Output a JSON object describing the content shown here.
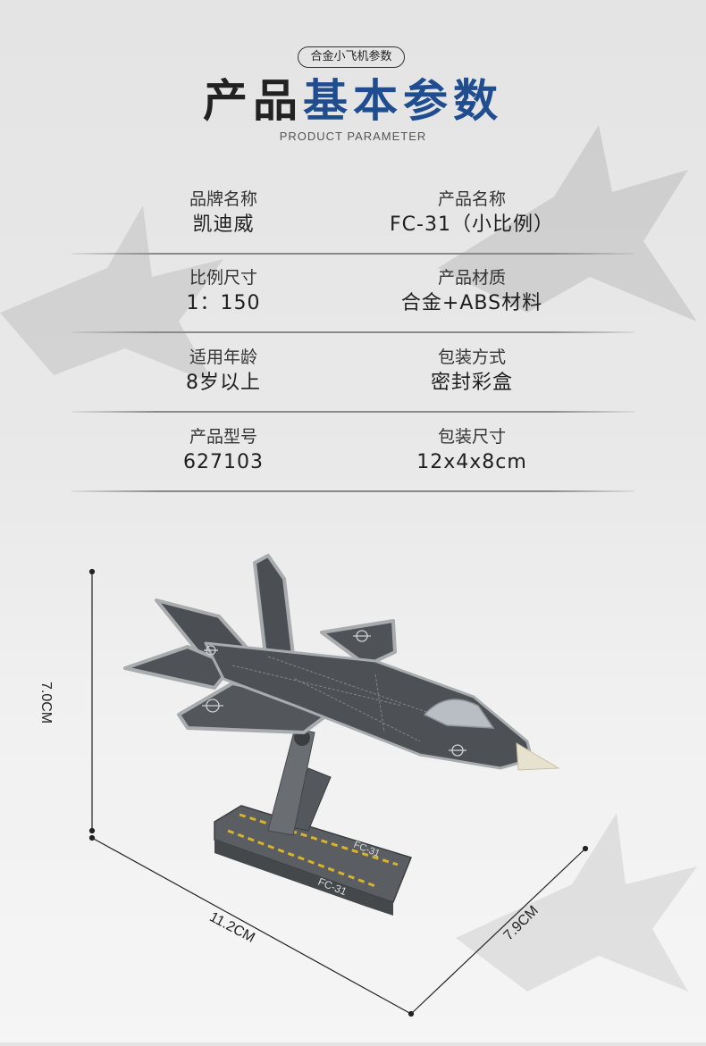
{
  "header": {
    "badge": "合金小飞机参数",
    "title_part1": "产品",
    "title_part2": "基本参数",
    "subtitle": "PRODUCT PARAMETER"
  },
  "params": [
    {
      "left_label": "品牌名称",
      "left_value": "凯迪威",
      "right_label": "产品名称",
      "right_value": "FC-31（小比例）"
    },
    {
      "left_label": "比例尺寸",
      "left_value": "1：150",
      "right_label": "产品材质",
      "right_value": "合金+ABS材料"
    },
    {
      "left_label": "适用年龄",
      "left_value": "8岁以上",
      "right_label": "包装方式",
      "right_value": "密封彩盒"
    },
    {
      "left_label": "产品型号",
      "left_value": "627103",
      "right_label": "包装尺寸",
      "right_value": "12x4x8cm"
    }
  ],
  "dimensions": {
    "height": "7.0CM",
    "length": "11.2CM",
    "width": "7.9CM"
  },
  "product": {
    "base_marking": "FC-31",
    "icon": "fighter-jet-model"
  },
  "colors": {
    "title_accent": "#1f4d8f",
    "jet_body": "#4d5156",
    "jet_edge": "#a9acae"
  }
}
